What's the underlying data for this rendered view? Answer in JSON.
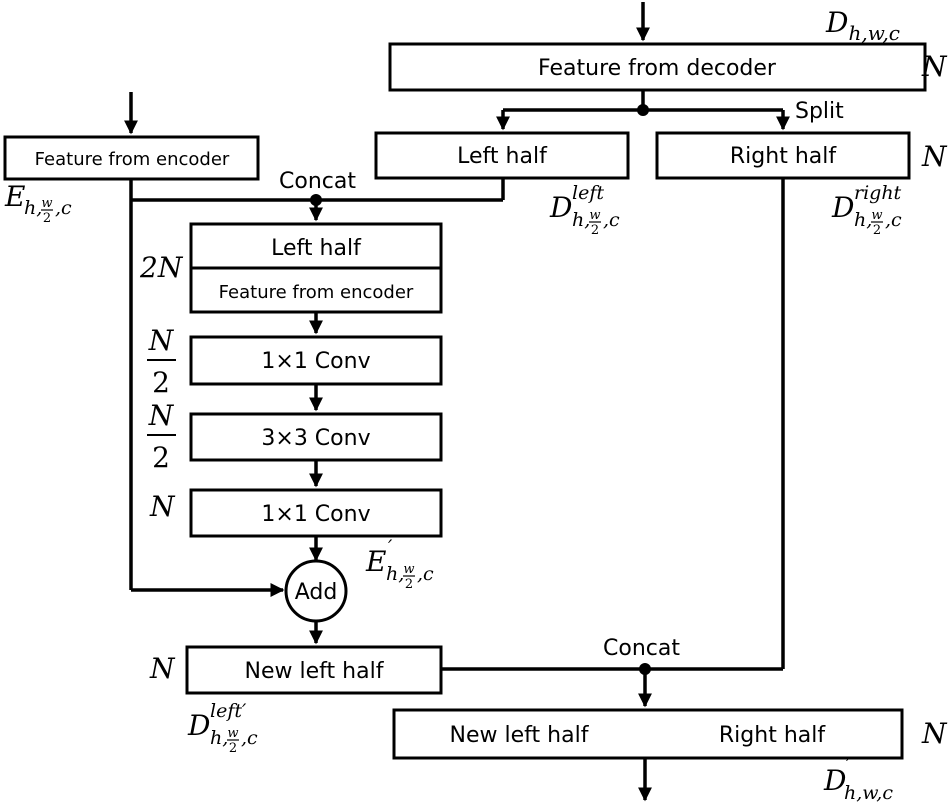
{
  "boxes": {
    "feature_from_decoder": "Feature from decoder",
    "feature_from_encoder_top": "Feature from encoder",
    "left_half": "Left half",
    "right_half": "Right half",
    "concat_left_half": "Left half",
    "concat_feature_from_encoder": "Feature from encoder",
    "conv1": "1×1 Conv",
    "conv2": "3×3 Conv",
    "conv3": "1×1 Conv",
    "add": "Add",
    "new_left_half": "New left half",
    "output_new_left_half": "New left half",
    "output_right_half": "Right half"
  },
  "ops": {
    "split": "Split",
    "concat_top": "Concat",
    "concat_bottom": "Concat"
  },
  "channels": {
    "decoder": "N",
    "right_half": "N",
    "concat": "2N",
    "conv1_num": "N",
    "conv1_den": "2",
    "conv2_num": "N",
    "conv2_den": "2",
    "conv3": "N",
    "new_left_half": "N",
    "output": "N"
  },
  "symbols": {
    "D_hwc": {
      "base": "D",
      "sub": "h,w,c"
    },
    "E_enc": {
      "base": "E",
      "sub_pre": "h,",
      "frac_num": "w",
      "frac_den": "2",
      "sub_post": ",c"
    },
    "D_left": {
      "base": "D",
      "sup": "left",
      "sub_pre": "h,",
      "frac_num": "w",
      "frac_den": "2",
      "sub_post": ",c"
    },
    "D_right": {
      "base": "D",
      "sup": "right",
      "sub_pre": "h,",
      "frac_num": "w",
      "frac_den": "2",
      "sub_post": ",c"
    },
    "E_prime": {
      "base": "E",
      "sup": "′",
      "sub_pre": "h,",
      "frac_num": "w",
      "frac_den": "2",
      "sub_post": ",c"
    },
    "D_left_prime": {
      "base": "D",
      "sup": "left′",
      "sub_pre": "h,",
      "frac_num": "w",
      "frac_den": "2",
      "sub_post": ",c"
    },
    "D_out": {
      "base": "D",
      "sup": "′",
      "sub": "h,w,c"
    }
  }
}
